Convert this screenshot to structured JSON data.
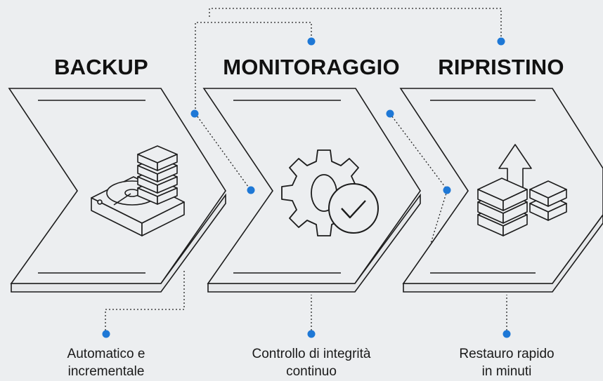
{
  "stages": [
    {
      "title": "BACKUP",
      "caption_line1": "Automatico e",
      "caption_line2": "incrementale",
      "icon": "hard-drive-with-stacked-blocks-icon"
    },
    {
      "title": "MONITORAGGIO",
      "caption_line1": "Controllo di integrità",
      "caption_line2": "continuo",
      "icon": "gear-with-checkmark-icon"
    },
    {
      "title": "RIPRISTINO",
      "caption_line1": "Restauro rapido",
      "caption_line2": "in minuti",
      "icon": "restore-arrow-with-blocks-icon"
    }
  ],
  "colors": {
    "background": "#eceef0",
    "line": "#1c1c1c",
    "accent_dot": "#1e78d6"
  }
}
